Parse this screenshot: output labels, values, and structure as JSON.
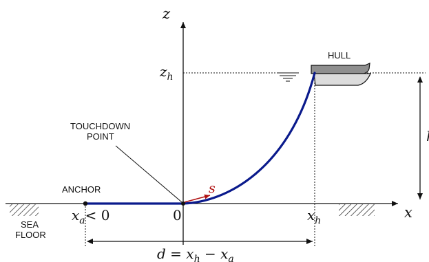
{
  "axes": {
    "z_label": "z",
    "x_label": "x"
  },
  "labels": {
    "hull": "HULL",
    "touchdown_line1": "TOUCHDOWN",
    "touchdown_line2": "POINT",
    "anchor": "ANCHOR",
    "sea_floor_line1": "SEA",
    "sea_floor_line2": "FLOOR",
    "arc_length": "s",
    "origin": "0"
  },
  "math": {
    "z_h_base": "z",
    "z_h_sub": "h",
    "x_a_base": "x",
    "x_a_sub": "a",
    "x_a_rel": "< 0",
    "x_h_base": "x",
    "x_h_sub": "h",
    "distance_equation": "d = x",
    "distance_sub_h": "h",
    "distance_minus": " − x",
    "distance_sub_a": "a"
  },
  "colors": {
    "cable": "#0a1a8c",
    "arc_length": "#b01010",
    "hull_dark": "#8f8f8f",
    "hull_light": "#dcdcdc"
  },
  "icons": {
    "water_surface": "water-surface-symbol",
    "sea_floor_hatch": "hatched-ground"
  }
}
